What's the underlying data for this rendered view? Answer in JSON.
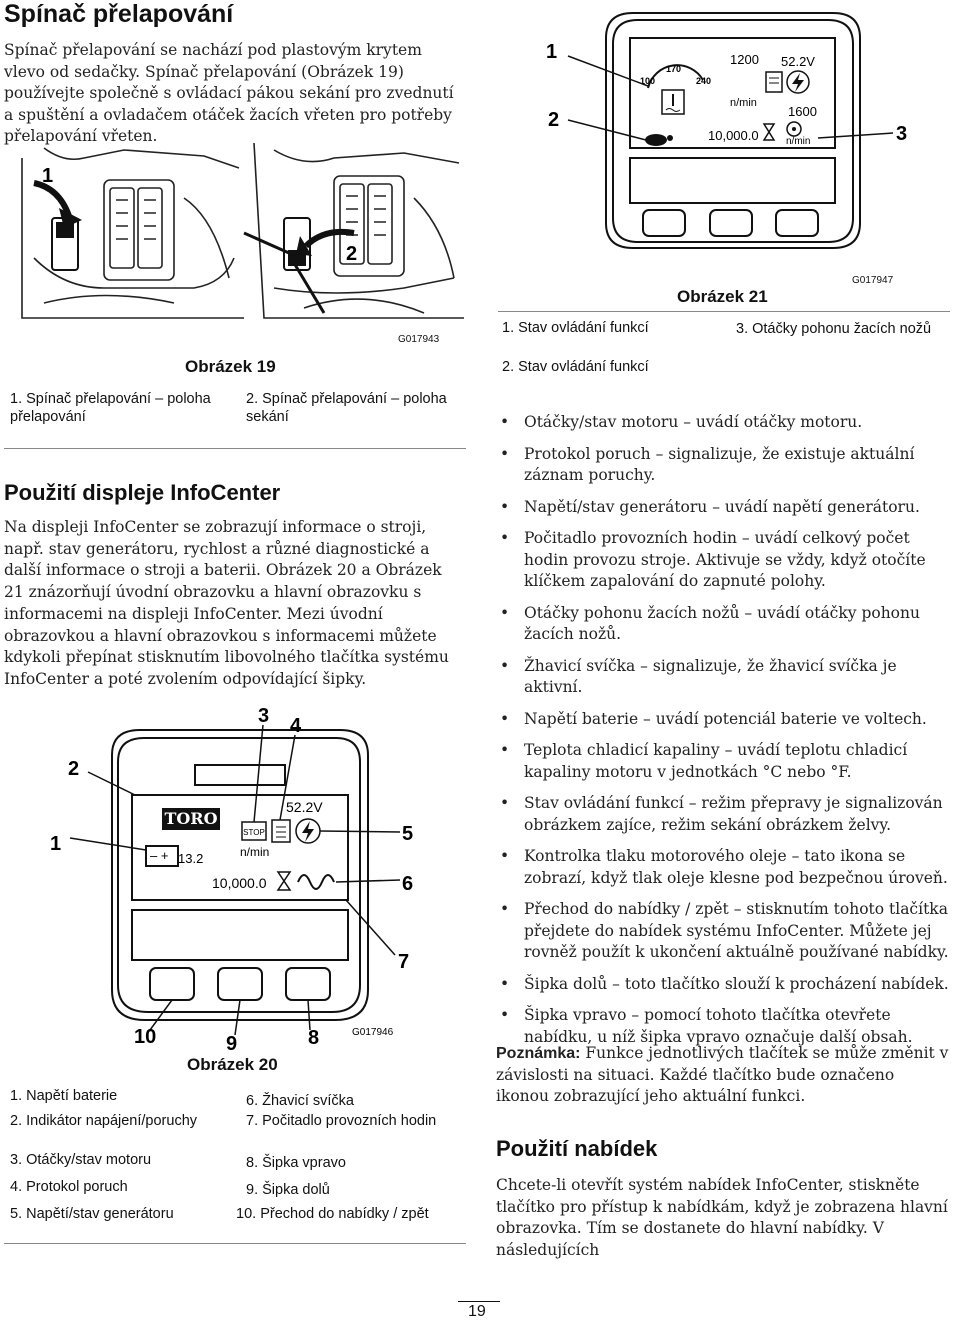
{
  "section1": {
    "title": "Spínač přelapování",
    "intro": "Spínač přelapování se nachází pod plastovým krytem vlevo od sedačky. Spínač přelapování (Obrázek 19) používejte společně s ovládací pákou sekání pro zvednutí a spuštění a ovladačem otáček žacích vřeten pro potřeby přelapování vřeten."
  },
  "figure19": {
    "caption": "Obrázek 19",
    "code": "G017943",
    "callouts": [
      "1",
      "2"
    ],
    "legend": [
      {
        "num": "1.",
        "text": "Spínač přelapování – poloha přelapování"
      },
      {
        "num": "2.",
        "text": "Spínač přelapování – poloha sekání"
      }
    ]
  },
  "section2": {
    "title": "Použití displeje InfoCenter",
    "body": "Na displeji InfoCenter se zobrazují informace o stroji, např. stav generátoru, rychlost a různé diagnostické a další informace o stroji a baterii. Obrázek 20 a Obrázek 21 znázorňují úvodní obrazovku a hlavní obrazovku s informacemi na displeji InfoCenter. Mezi úvodní obrazovkou a hlavní obrazovkou s informacemi můžete kdykoli přepínat stisknutím libovolného tlačítka systému InfoCenter a poté zvolením odpovídající šipky."
  },
  "figure20": {
    "caption": "Obrázek 20",
    "code": "G017946",
    "brand": "TORO",
    "screen": {
      "battery": "13.2",
      "voltage": "52.2V",
      "rpm_unit": "n/min",
      "hours": "10,000.0",
      "stop": "STOP"
    },
    "callouts": [
      "1",
      "2",
      "3",
      "4",
      "5",
      "6",
      "7",
      "8",
      "9",
      "10"
    ],
    "legend": [
      {
        "num": "1.",
        "text": "Napětí baterie"
      },
      {
        "num": "2.",
        "text": "Indikátor napájení/poruchy"
      },
      {
        "num": "3.",
        "text": "Otáčky/stav motoru"
      },
      {
        "num": "4.",
        "text": "Protokol poruch"
      },
      {
        "num": "5.",
        "text": "Napětí/stav generátoru"
      },
      {
        "num": "6.",
        "text": "Žhavicí svíčka"
      },
      {
        "num": "7.",
        "text": "Počitadlo provozních hodin"
      },
      {
        "num": "8.",
        "text": "Šipka vpravo"
      },
      {
        "num": "9.",
        "text": "Šipka dolů"
      },
      {
        "num": "10.",
        "text": "Přechod do nabídky / zpět"
      }
    ]
  },
  "figure21": {
    "caption": "Obrázek 21",
    "code": "G017947",
    "gauge": {
      "t100": "100",
      "t170": "170",
      "t240": "240"
    },
    "screen": {
      "rpm": "1200",
      "voltage": "52.2V",
      "rpm_unit": "n/min",
      "reel_rpm": "1600",
      "hours": "10,000.0",
      "reel_unit": "n/min"
    },
    "callouts": [
      "1",
      "2",
      "3"
    ],
    "legend": [
      {
        "num": "1.",
        "text": "Stav ovládání funkcí"
      },
      {
        "num": "2.",
        "text": "Stav ovládání funkcí"
      },
      {
        "num": "3.",
        "text": "Otáčky pohonu žacích nožů"
      }
    ]
  },
  "bullets": [
    "Otáčky/stav motoru – uvádí otáčky motoru.",
    "Protokol poruch – signalizuje, že existuje aktuální záznam poruchy.",
    "Napětí/stav generátoru – uvádí napětí generátoru.",
    "Počitadlo provozních hodin – uvádí celkový počet hodin provozu stroje. Aktivuje se vždy, když otočíte klíčkem zapalování do zapnuté polohy.",
    "Otáčky pohonu žacích nožů – uvádí otáčky pohonu žacích nožů.",
    "Žhavicí svíčka – signalizuje, že žhavicí svíčka je aktivní.",
    "Napětí baterie – uvádí potenciál baterie ve voltech.",
    "Teplota chladicí kapaliny – uvádí teplotu chladicí kapaliny motoru v jednotkách °C nebo °F.",
    "Stav ovládání funkcí – režim přepravy je signalizován obrázkem zajíce, režim sekání obrázkem želvy.",
    "Kontrolka tlaku motorového oleje – tato ikona se zobrazí, když tlak oleje klesne pod bezpečnou úroveň.",
    "Přechod do nabídky / zpět – stisknutím tohoto tlačítka přejdete do nabídek systému InfoCenter. Můžete jej rovněž použít k ukončení aktuálně používané nabídky.",
    "Šipka dolů – toto tlačítko slouží k procházení nabídek.",
    "Šipka vpravo – pomocí tohoto tlačítka otevřete nabídku, u níž šipka vpravo označuje další obsah."
  ],
  "note": {
    "label": "Poznámka:",
    "text": "Funkce jednotlivých tlačítek se může změnit v závislosti na situaci. Každé tlačítko bude označeno ikonou zobrazující jeho aktuální funkci."
  },
  "section3": {
    "title": "Použití nabídek",
    "body": "Chcete-li otevřít systém nabídek InfoCenter, stiskněte tlačítko pro přístup k nabídkám, když je zobrazena hlavní obrazovka. Tím se dostanete do hlavní nabídky. V následujících"
  },
  "page_number": "19"
}
